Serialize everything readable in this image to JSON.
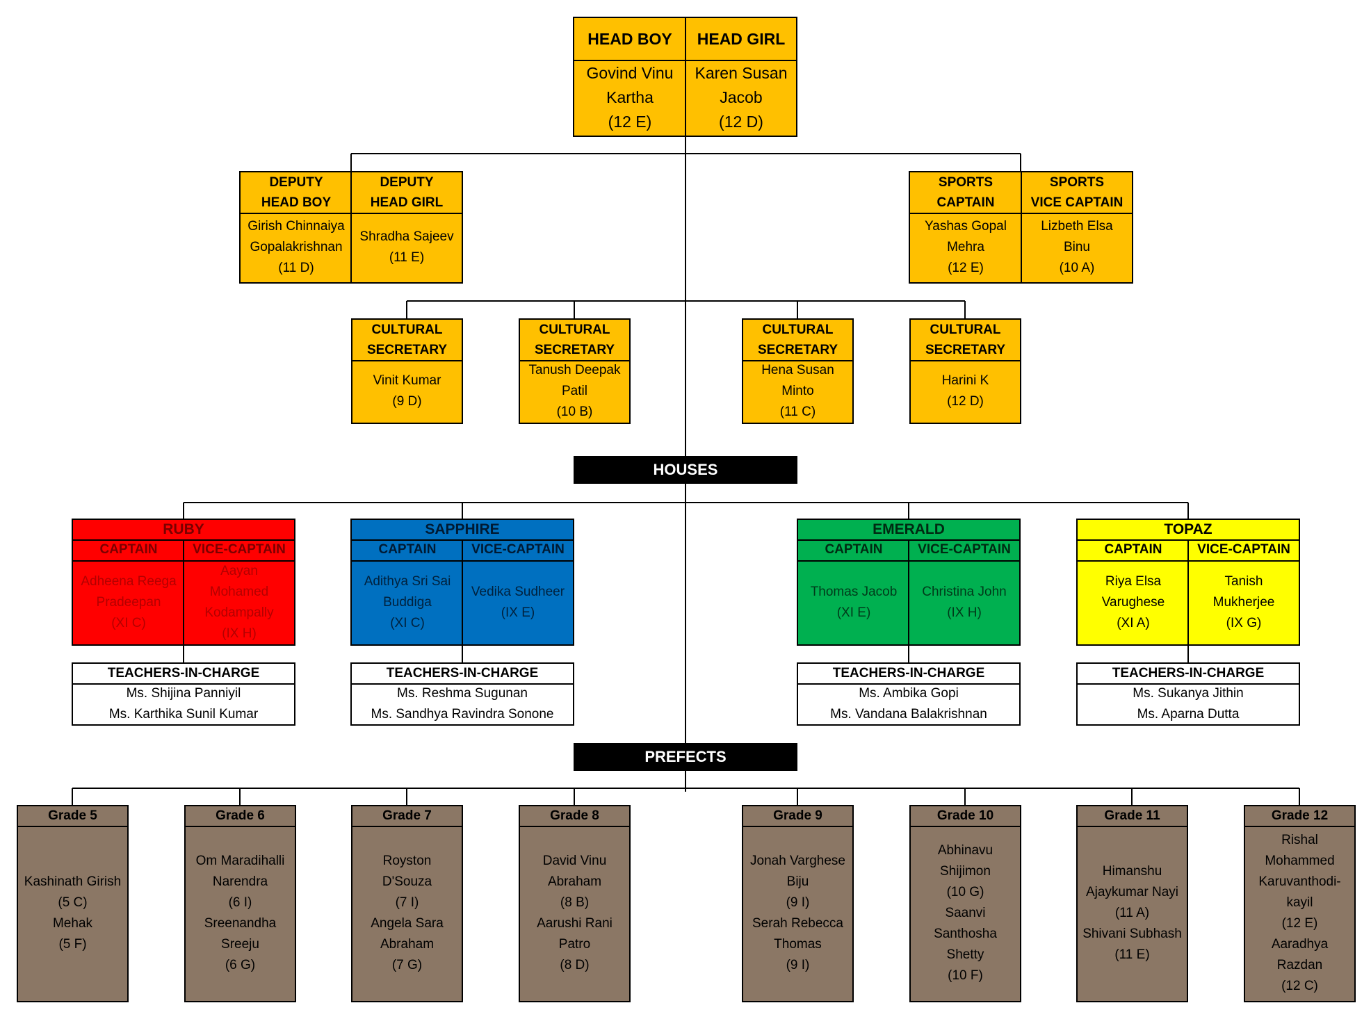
{
  "head": {
    "boy_title": "HEAD BOY",
    "boy_name": "Govind Vinu\nKartha\n(12 E)",
    "girl_title": "HEAD GIRL",
    "girl_name": "Karen Susan\nJacob\n(12 D)"
  },
  "deputy": {
    "boy_title": "DEPUTY\nHEAD BOY",
    "boy_name": "Girish Chinnaiya\nGopalakrishnan\n(11 D)",
    "girl_title": "DEPUTY\nHEAD GIRL",
    "girl_name": "Shradha Sajeev\n(11 E)"
  },
  "sports": {
    "captain_title": "SPORTS\nCAPTAIN",
    "captain_name": "Yashas Gopal\nMehra\n(12 E)",
    "vice_title": "SPORTS\nVICE CAPTAIN",
    "vice_name": "Lizbeth Elsa\nBinu\n(10 A)"
  },
  "cultural": [
    {
      "title": "CULTURAL\nSECRETARY",
      "name": "Vinit Kumar\n(9 D)"
    },
    {
      "title": "CULTURAL\nSECRETARY",
      "name": "Tanush Deepak\nPatil\n(10 B)"
    },
    {
      "title": "CULTURAL\nSECRETARY",
      "name": "Hena Susan\nMinto\n(11 C)"
    },
    {
      "title": "CULTURAL\nSECRETARY",
      "name": "Harini K\n(12 D)"
    }
  ],
  "houses_label": "HOUSES",
  "houses": [
    {
      "name": "RUBY",
      "color": "#FF0000",
      "captain_label": "CAPTAIN",
      "vice_label": "VICE-CAPTAIN",
      "captain": "Adheena Reega\nPradeepan\n(XI C)",
      "vice": "Aayan\nMohamed\nKodampally\n(IX H)",
      "teachers_label": "TEACHERS-IN-CHARGE",
      "teachers": "Ms. Shijina Panniyil\nMs. Karthika Sunil Kumar"
    },
    {
      "name": "SAPPHIRE",
      "color": "#0070C0",
      "captain_label": "CAPTAIN",
      "vice_label": "VICE-CAPTAIN",
      "captain": "Adithya Sri Sai\nBuddiga\n(XI C)",
      "vice": "Vedika Sudheer\n(IX E)",
      "teachers_label": "TEACHERS-IN-CHARGE",
      "teachers": "Ms. Reshma Sugunan\nMs. Sandhya Ravindra Sonone"
    },
    {
      "name": "EMERALD",
      "color": "#00B050",
      "captain_label": "CAPTAIN",
      "vice_label": "VICE-CAPTAIN",
      "captain": "Thomas Jacob\n(XI E)",
      "vice": "Christina John\n(IX H)",
      "teachers_label": "TEACHERS-IN-CHARGE",
      "teachers": "Ms. Ambika Gopi\nMs. Vandana Balakrishnan"
    },
    {
      "name": "TOPAZ",
      "color": "#FFFF00",
      "captain_label": "CAPTAIN",
      "vice_label": "VICE-CAPTAIN",
      "captain": "Riya Elsa\nVarughese\n(XI A)",
      "vice": "Tanish\nMukherjee\n(IX G)",
      "teachers_label": "TEACHERS-IN-CHARGE",
      "teachers": "Ms. Sukanya Jithin\nMs. Aparna Dutta"
    }
  ],
  "prefects_label": "PREFECTS",
  "prefects": [
    {
      "grade": "Grade 5",
      "names": "Kashinath Girish\n(5 C)\nMehak\n(5 F)"
    },
    {
      "grade": "Grade 6",
      "names": "Om Maradihalli\nNarendra\n(6 I)\nSreenandha\nSreeju\n(6 G)"
    },
    {
      "grade": "Grade 7",
      "names": "Royston\nD'Souza\n(7 I)\nAngela Sara\nAbraham\n(7 G)"
    },
    {
      "grade": "Grade 8",
      "names": "David Vinu\nAbraham\n(8 B)\nAarushi Rani\nPatro\n(8 D)"
    },
    {
      "grade": "Grade 9",
      "names": "Jonah Varghese\nBiju\n(9 I)\nSerah Rebecca\nThomas\n(9 I)"
    },
    {
      "grade": "Grade 10",
      "names": "Abhinavu\nShijimon\n(10 G)\nSaanvi\nSanthosha\nShetty\n(10 F)"
    },
    {
      "grade": "Grade 11",
      "names": "Himanshu\nAjaykumar Nayi\n(11 A)\nShivani Subhash\n(11 E)"
    },
    {
      "grade": "Grade 12",
      "names": "Rishal\nMohammed\nKaruvanthodi-\nkayil\n(12 E)\nAaradhya\nRazdan\n(12 C)"
    }
  ]
}
